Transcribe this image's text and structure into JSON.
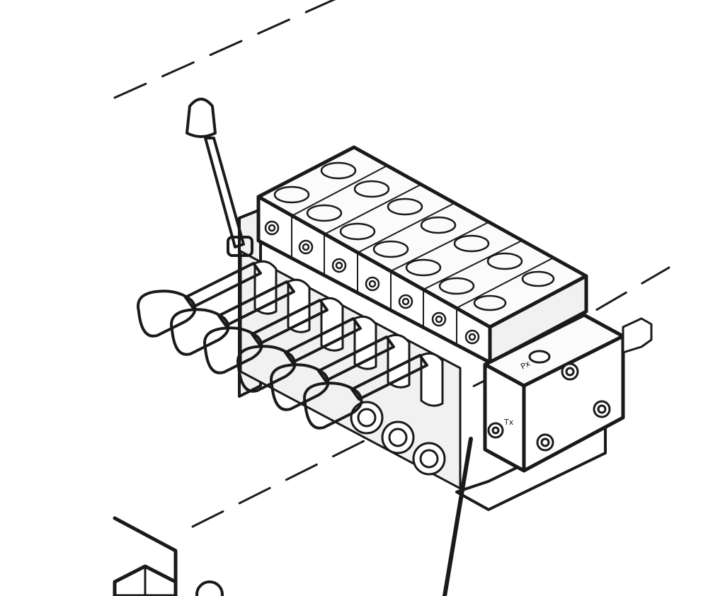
{
  "diagram": {
    "subject": "hydraulic-directional-control-valve-bank",
    "section_count": 6,
    "palette": {
      "line": "#1a1a1a",
      "fill": "#ffffff",
      "shade": "#f1f1f1"
    },
    "labels": {
      "port_upper": "Px",
      "port_lower": "Tx"
    }
  }
}
